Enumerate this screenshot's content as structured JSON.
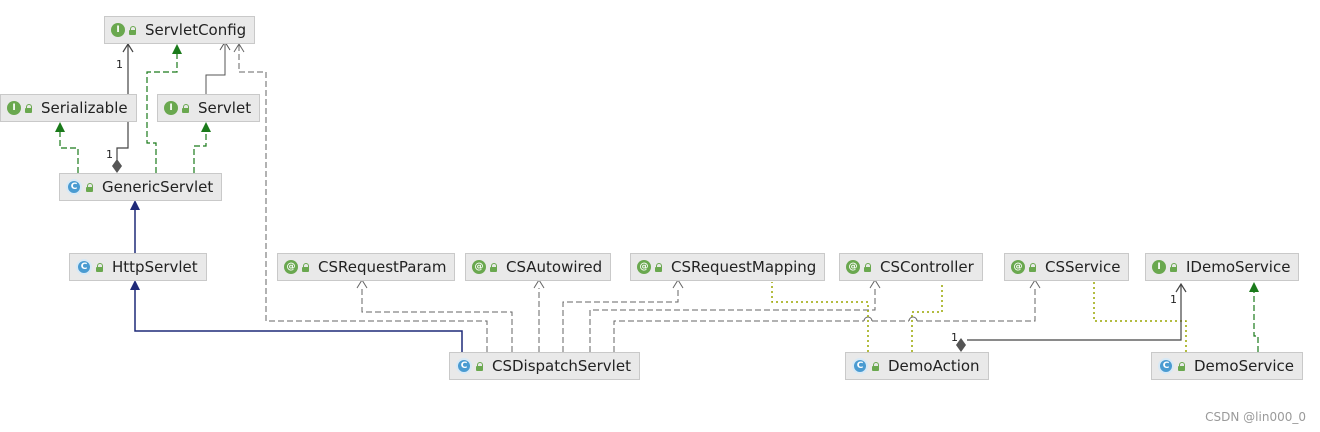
{
  "nodes": {
    "servlet_config": {
      "label": "ServletConfig",
      "kind": "interface",
      "badge": "I"
    },
    "serializable": {
      "label": "Serializable",
      "kind": "interface",
      "badge": "I"
    },
    "servlet": {
      "label": "Servlet",
      "kind": "interface",
      "badge": "I"
    },
    "generic_servlet": {
      "label": "GenericServlet",
      "kind": "class",
      "badge": "C"
    },
    "http_servlet": {
      "label": "HttpServlet",
      "kind": "class",
      "badge": "C"
    },
    "cs_request_param": {
      "label": "CSRequestParam",
      "kind": "annotation",
      "badge": "@"
    },
    "cs_autowired": {
      "label": "CSAutowired",
      "kind": "annotation",
      "badge": "@"
    },
    "cs_request_mapping": {
      "label": "CSRequestMapping",
      "kind": "annotation",
      "badge": "@"
    },
    "cs_controller": {
      "label": "CSController",
      "kind": "annotation",
      "badge": "@"
    },
    "cs_service": {
      "label": "CSService",
      "kind": "annotation",
      "badge": "@"
    },
    "idemo_service": {
      "label": "IDemoService",
      "kind": "interface",
      "badge": "I"
    },
    "cs_dispatch_servlet": {
      "label": "CSDispatchServlet",
      "kind": "class",
      "badge": "C"
    },
    "demo_action": {
      "label": "DemoAction",
      "kind": "class",
      "badge": "C"
    },
    "demo_service": {
      "label": "DemoService",
      "kind": "class",
      "badge": "C"
    }
  },
  "multiplicities": {
    "generic_to_config_top": "1",
    "generic_to_config_bottom": "1",
    "demoaction_to_idemo_top": "1",
    "demoaction_to_idemo_bottom": "1"
  },
  "colors": {
    "inheritance": "#1f2a78",
    "implements": "#1a7a1a",
    "dependency": "#666666",
    "annotation_use": "#9aa500",
    "association": "#444444"
  },
  "watermark": "CSDN @lin000_0"
}
